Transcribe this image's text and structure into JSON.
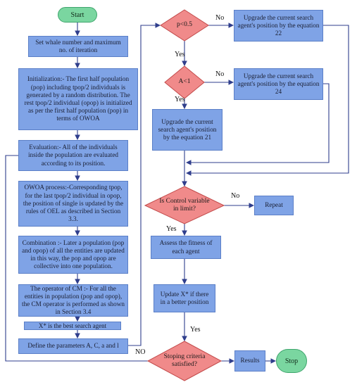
{
  "colors": {
    "process": "#7fa3e6",
    "terminal": "#7ad6a0",
    "decision": "#f08a8a",
    "line": "#2f3e8c"
  },
  "nodes": {
    "start": "Start",
    "set_whale": "Set whale number and maximum no. of iteration",
    "init": "Initialization:- The first half population (pop) including tpop/2 individuals is generated by a random distribution. The rest tpop/2 individual (opop) is initialized as per the first half population (pop) in terms of OWOA",
    "evaluation": "Evaluation:- All of the individuals inside the population are evaluated according to its position.",
    "owoa": "OWOA process:-Corresponding tpop, for the last tpop/2 individual in opop, the position of single is updated by the      rules of OEL as described in Section 3.3.",
    "combination": "Combination :- Later a population (pop and opop) of all the entities are updated in this way, the pop and opop are collective into one population.",
    "cm": "The operator of CM :- For all the entities in population (pop and opop), the CM operator is performed as shown in Section 3.4",
    "best": "X* is the best search agent",
    "define": "Define the parameters A, C, a and l",
    "p05": "p<0.5",
    "a1": "A<1",
    "eq22": "Upgrade the current search agent's position by the equation 22",
    "eq24": "Upgrade the current search agent's position by the equation 24",
    "eq21": "Upgrade the current search agent's position by the equation 21",
    "control": "Is Control variable in limit?",
    "repeat": "Repeat",
    "assess": "Assess the fitness of each agent",
    "update": "Update X* if there in a better position",
    "stop_crit": "Stoping criteria satisfied?",
    "results": "Results",
    "stop": "Stop"
  },
  "edges": {
    "p_no": "No",
    "p_yes": "Yes",
    "a_no": "No",
    "a_yes": "Yes",
    "c_no": "No",
    "c_yes": "Yes",
    "s_no": "NO",
    "s_yes": "Yes"
  }
}
